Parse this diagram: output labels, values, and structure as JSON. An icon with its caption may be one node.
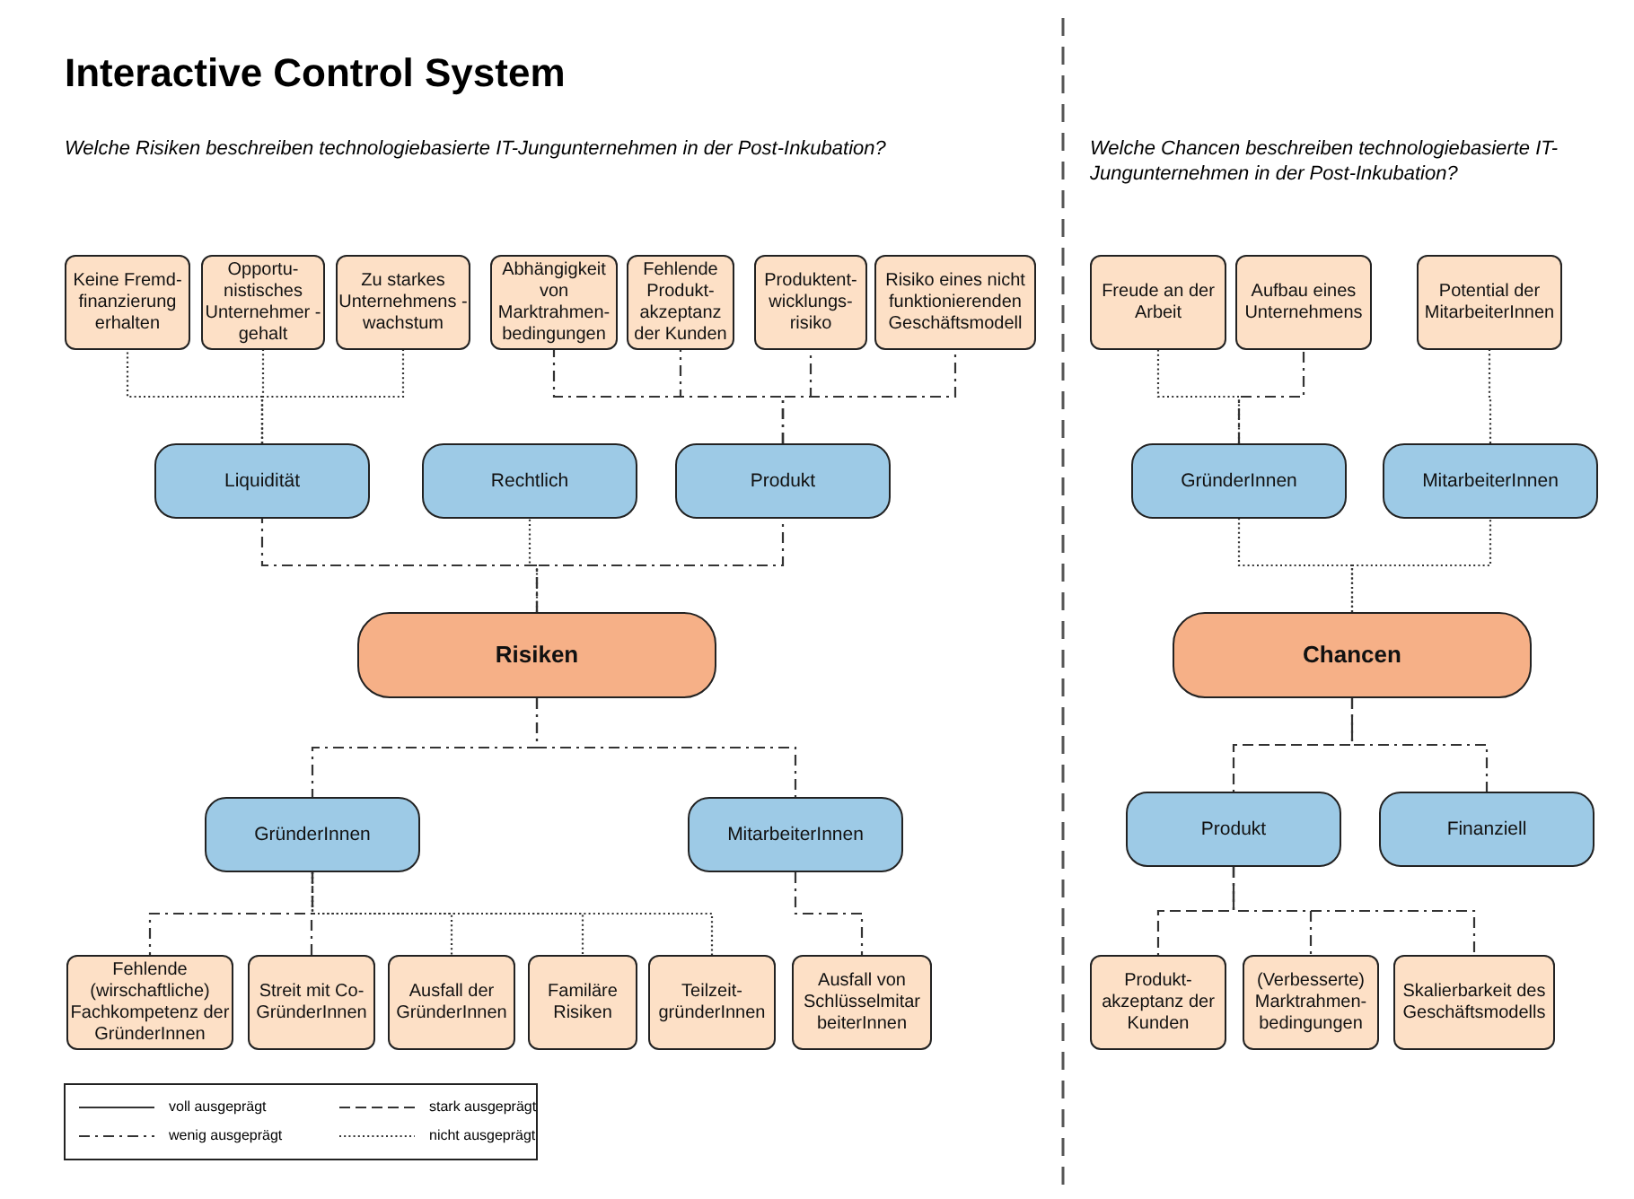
{
  "diagram": {
    "title": "Interactive Control System",
    "nodes": [
      {
        "text": [
          "Keine Fremd- finanzierung erhalten"
        ]
      },
      {
        "text": [
          "Opportu- nistisches Unternehmer -gehalt"
        ]
      },
      {
        "text": [
          "Zu starkes Unternehmens -wachstum"
        ]
      },
      {
        "text": [
          "Abhängigkeit von Marktrahmen- bedingungen"
        ]
      },
      {
        "text": [
          "Fehlende Produkt- akzeptanz der Kunden"
        ]
      },
      {
        "text": [
          "Produktent- wicklungs- risiko"
        ]
      },
      {
        "text": [
          "Risiko eines nicht funktionierenden Geschäftsmodell"
        ]
      },
      {
        "text": [
          "Liquidität"
        ]
      },
      {
        "text": [
          "Rechtlich"
        ]
      },
      {
        "text": [
          "Produkt"
        ]
      },
      {
        "text": [
          "Risiken"
        ]
      },
      {
        "text": [
          "GründerInnen"
        ]
      },
      {
        "text": [
          "MitarbeiterInnen"
        ]
      },
      {
        "text": [
          "Fehlende (wirschaftliche) Fachkompetenz der GründerInnen"
        ]
      },
      {
        "text": [
          "Streit mit Co- GründerInnen"
        ]
      },
      {
        "text": [
          "Ausfall der GründerInnen"
        ]
      },
      {
        "text": [
          "Familäre Risiken"
        ]
      },
      {
        "text": [
          "Teilzeit- gründerInnen"
        ]
      },
      {
        "text": [
          "Ausfall von Schlüsselmitar beiterInnen"
        ]
      },
      {
        "text": [
          "Freude an der Arbeit"
        ]
      },
      {
        "text": [
          "Aufbau eines Unternehmens"
        ]
      },
      {
        "text": [
          "Potential der MitarbeiterInnen"
        ]
      },
      {
        "text": [
          "GründerInnen"
        ]
      },
      {
        "text": [
          "MitarbeiterInnen"
        ]
      },
      {
        "text": [
          "Chancen"
        ]
      },
      {
        "text": [
          "Produkt"
        ]
      },
      {
        "text": [
          "Finanziell"
        ]
      },
      {
        "text": [
          "Produkt- akzeptanz der Kunden"
        ]
      },
      {
        "text": [
          "(Verbesserte) Marktrahmen- bedingungen"
        ]
      },
      {
        "text": [
          "Skalierbarkeit des Geschäftsmodells"
        ]
      }
    ],
    "edges": [
      {
        "from": 7,
        "to": 0,
        "arrow": "none",
        "style": "dashed"
      },
      {
        "from": 7,
        "to": 1,
        "arrow": "none",
        "style": "dashed"
      },
      {
        "from": 7,
        "to": 2,
        "arrow": "none",
        "style": "dashed"
      },
      {
        "from": 9,
        "to": 3,
        "arrow": "none",
        "style": "dashed"
      },
      {
        "from": 9,
        "to": 4,
        "arrow": "none",
        "style": "dashed"
      },
      {
        "from": 9,
        "to": 5,
        "arrow": "none",
        "style": "dashed"
      },
      {
        "from": 9,
        "to": 6,
        "arrow": "none",
        "style": "dashed"
      },
      {
        "from": 10,
        "to": 7,
        "arrow": "none",
        "style": "dashed"
      },
      {
        "from": 10,
        "to": 8,
        "arrow": "none",
        "style": "dashed"
      },
      {
        "from": 10,
        "to": 9,
        "arrow": "none",
        "style": "dashed"
      },
      {
        "from": 10,
        "to": 11,
        "arrow": "none",
        "style": "dashed"
      },
      {
        "from": 10,
        "to": 12,
        "arrow": "none",
        "style": "dashed"
      },
      {
        "from": 11,
        "to": 13,
        "arrow": "none",
        "style": "dashed"
      },
      {
        "from": 11,
        "to": 14,
        "arrow": "none",
        "style": "dashed"
      },
      {
        "from": 11,
        "to": 15,
        "arrow": "none",
        "style": "dashed"
      },
      {
        "from": 11,
        "to": 16,
        "arrow": "none",
        "style": "dashed"
      },
      {
        "from": 11,
        "to": 17,
        "arrow": "none",
        "style": "dashed"
      },
      {
        "from": 12,
        "to": 18,
        "arrow": "none",
        "style": "dashed"
      },
      {
        "from": 22,
        "to": 19,
        "arrow": "none",
        "style": "dashed"
      },
      {
        "from": 22,
        "to": 20,
        "arrow": "none",
        "style": "dashed"
      },
      {
        "from": 23,
        "to": 21,
        "arrow": "none",
        "style": "dashed"
      },
      {
        "from": 24,
        "to": 22,
        "arrow": "none",
        "style": "dashed"
      },
      {
        "from": 24,
        "to": 23,
        "arrow": "none",
        "style": "dashed"
      },
      {
        "from": 24,
        "to": 25,
        "arrow": "none",
        "style": "dashed"
      },
      {
        "from": 24,
        "to": 26,
        "arrow": "none",
        "style": "dashed"
      },
      {
        "from": 25,
        "to": 27,
        "arrow": "none",
        "style": "dashed"
      },
      {
        "from": 25,
        "to": 28,
        "arrow": "none",
        "style": "dashed"
      },
      {
        "from": 25,
        "to": 29,
        "arrow": "none",
        "style": "dashed"
      }
    ],
    "labels": [
      "Welche Risiken beschreiben technologiebasierte IT-Jungunternehmen in der Post-Inkubation?",
      "Welche Chancen beschreiben technologiebasierte IT-Jungunternehmen in der Post-Inkubation?"
    ],
    "legend": [
      {
        "text": "voll ausgeprägt"
      },
      {
        "text": "stark ausgeprägt"
      },
      {
        "text": "wenig ausgeprägt"
      },
      {
        "text": "nicht ausgeprägt"
      }
    ]
  }
}
